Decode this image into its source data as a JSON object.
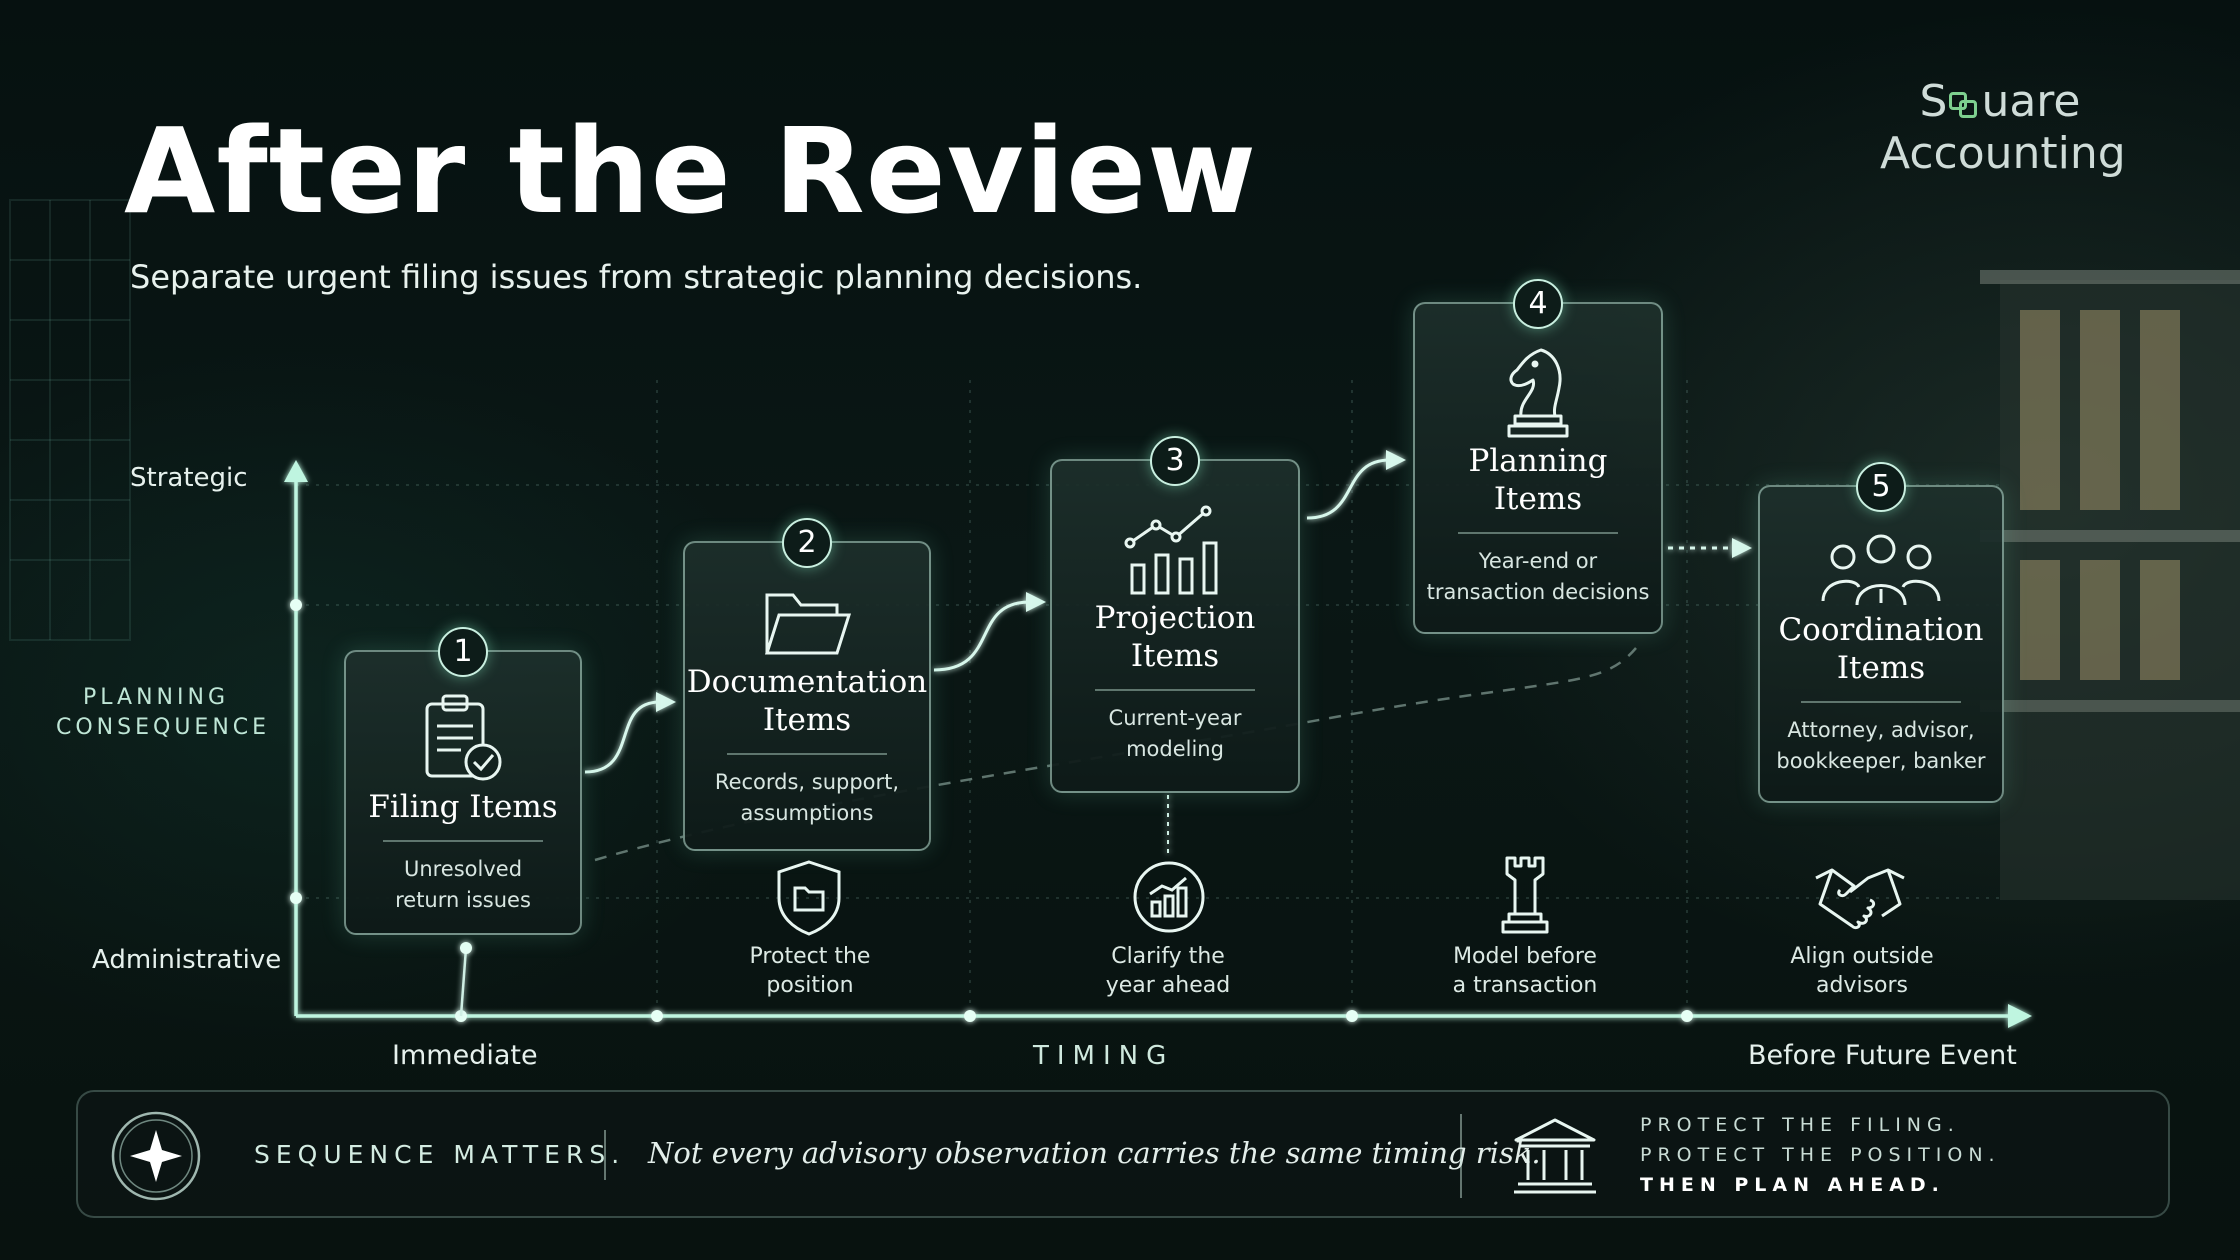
{
  "title": "After the Review",
  "subtitle": "Separate urgent filing issues from strategic planning decisions.",
  "logo": {
    "line1_a": "S",
    "line1_b": "uare",
    "line2": "Accounting",
    "accent": "#7ed08f"
  },
  "axis": {
    "y_top": "Strategic",
    "y_middle": [
      "PLANNING",
      "CONSEQUENCE"
    ],
    "y_bottom": "Administrative",
    "x_left": "Immediate",
    "x_center": "TIMING",
    "x_right": "Before Future Event"
  },
  "steps": [
    {
      "number": "1",
      "title": [
        "Filing Items"
      ],
      "desc": [
        "Unresolved",
        "return issues"
      ],
      "icon": "clipboard-check-icon"
    },
    {
      "number": "2",
      "title": [
        "Documentation",
        "Items"
      ],
      "desc": [
        "Records, support,",
        "assumptions"
      ],
      "icon": "folder-icon"
    },
    {
      "number": "3",
      "title": [
        "Projection",
        "Items"
      ],
      "desc": [
        "Current-year",
        "modeling"
      ],
      "icon": "bar-chart-icon"
    },
    {
      "number": "4",
      "title": [
        "Planning",
        "Items"
      ],
      "desc": [
        "Year-end or",
        "transaction decisions"
      ],
      "icon": "chess-knight-icon"
    },
    {
      "number": "5",
      "title": [
        "Coordination",
        "Items"
      ],
      "desc": [
        "Attorney, advisor,",
        "bookkeeper, banker"
      ],
      "icon": "people-group-icon"
    }
  ],
  "benefits": [
    {
      "label": [
        "Protect the",
        "position"
      ],
      "icon": "shield-folder-icon"
    },
    {
      "label": [
        "Clarify the",
        "year ahead"
      ],
      "icon": "chart-circle-icon"
    },
    {
      "label": [
        "Model before",
        "a transaction"
      ],
      "icon": "chess-rook-icon"
    },
    {
      "label": [
        "Align outside",
        "advisors"
      ],
      "icon": "handshake-icon"
    }
  ],
  "footer": {
    "left_label": "SEQUENCE MATTERS.",
    "quote": "Not every advisory observation carries the same timing risk.",
    "motto": [
      "PROTECT THE FILING.",
      "PROTECT THE POSITION.",
      "THEN PLAN AHEAD."
    ],
    "left_icon": "star-compass-icon",
    "right_icon": "bank-building-icon"
  },
  "colors": {
    "accent_glow": "#bff5e0",
    "background": "#071210",
    "text": "#ffffff"
  }
}
